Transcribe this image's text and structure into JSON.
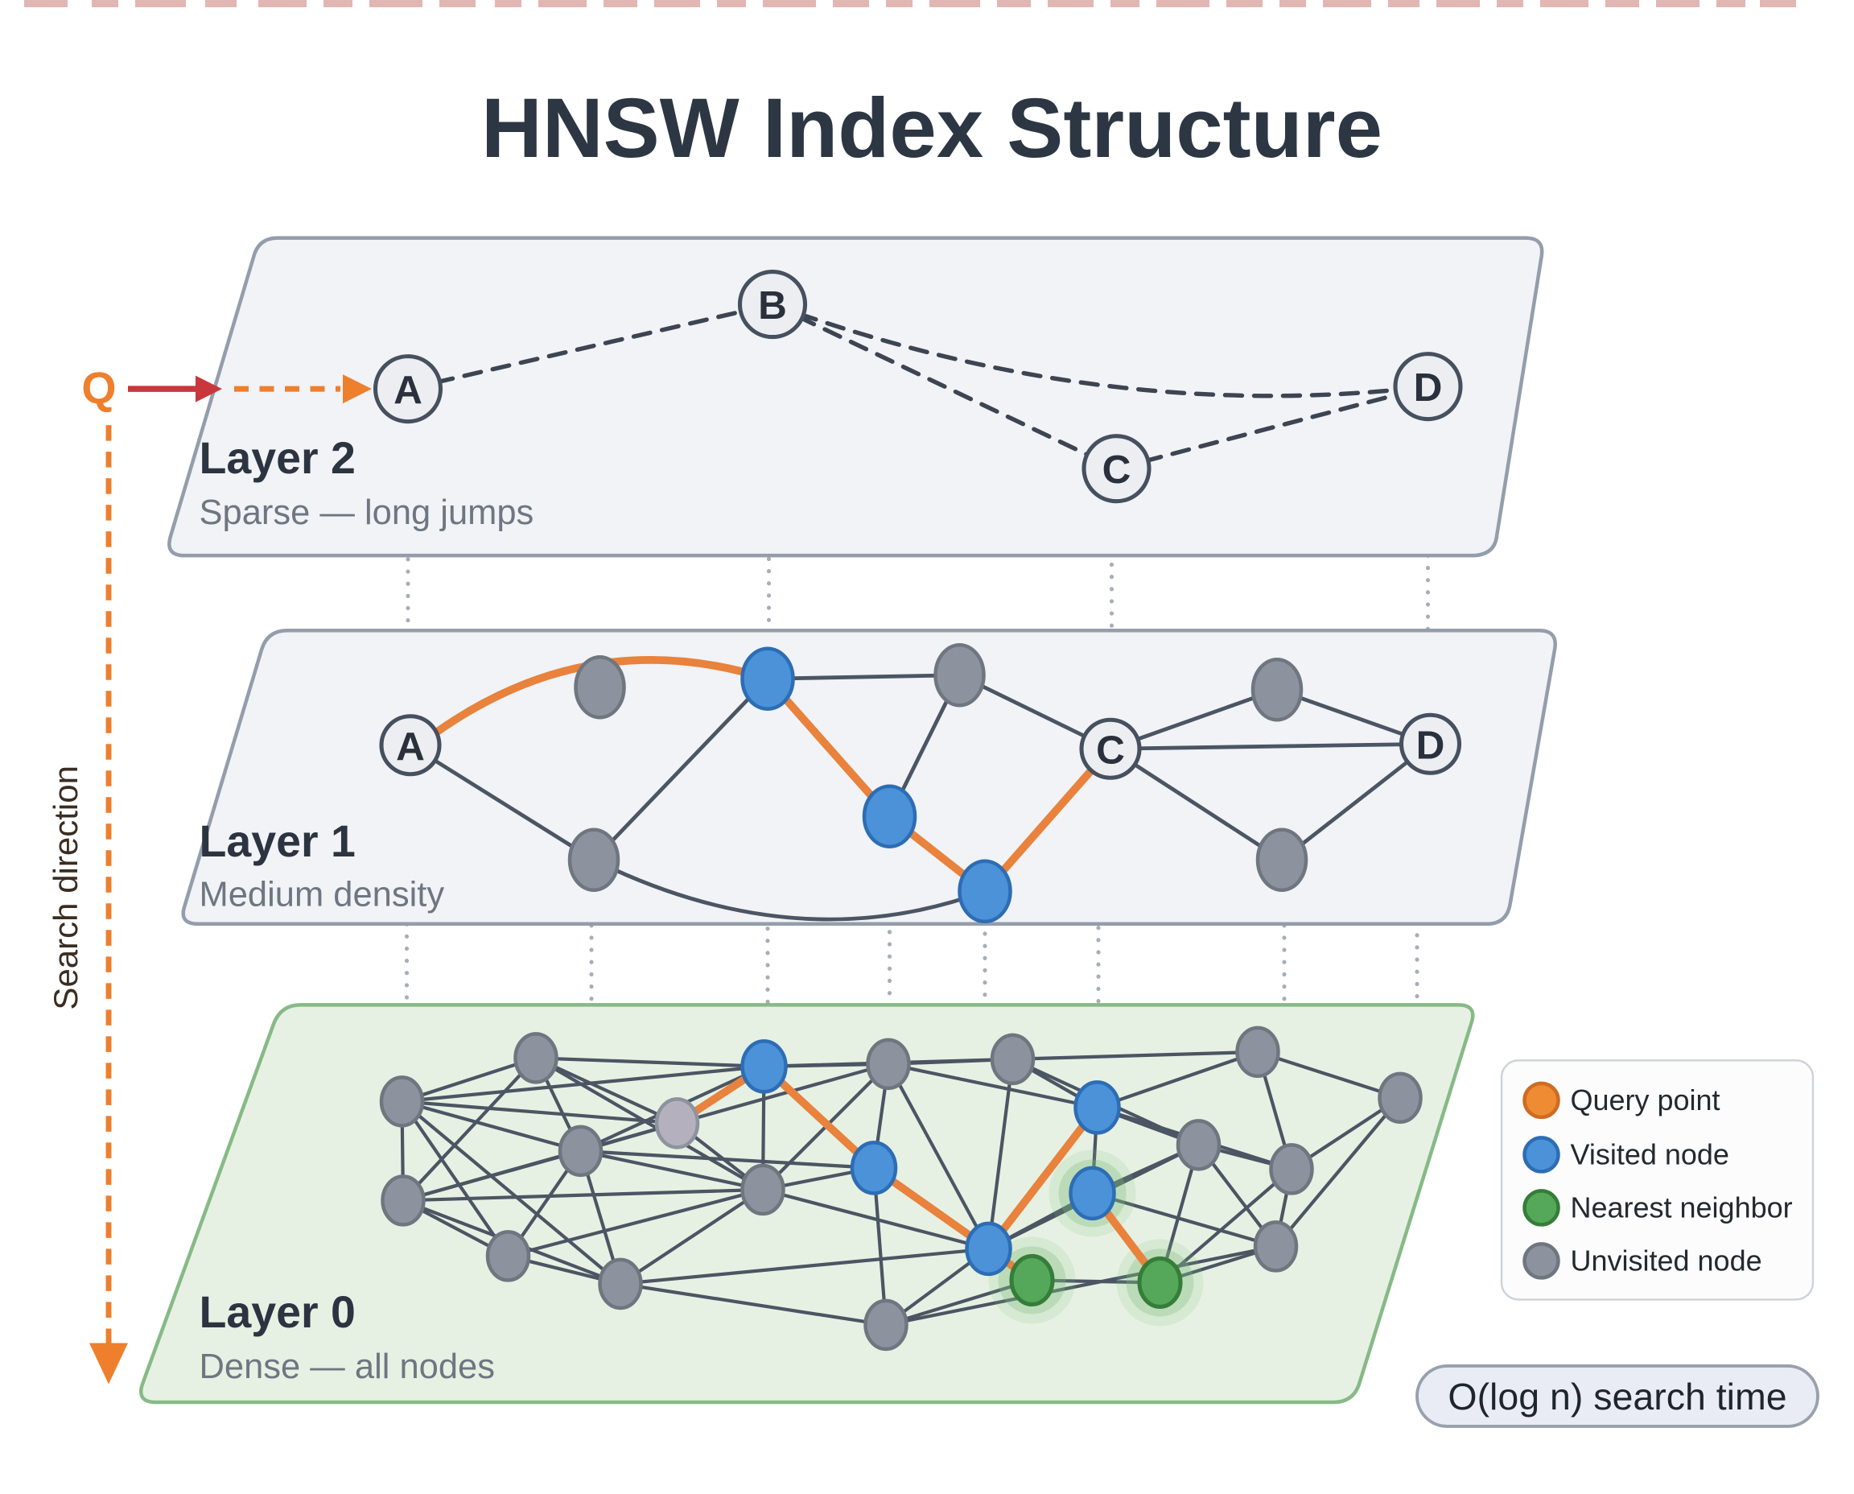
{
  "title": "HNSW Index Structure",
  "query": {
    "label": "Q"
  },
  "search_direction": "Search direction",
  "layers": [
    {
      "name": "Layer 2",
      "subtitle": "Sparse — long jumps",
      "nodes": [
        "A",
        "B",
        "C",
        "D"
      ]
    },
    {
      "name": "Layer 1",
      "subtitle": "Medium density",
      "nodes": [
        "A",
        "C",
        "D"
      ]
    },
    {
      "name": "Layer 0",
      "subtitle": "Dense — all nodes",
      "nodes": []
    }
  ],
  "legend": {
    "items": [
      {
        "label": "Query point",
        "fill": "#ee8b33",
        "stroke": "#cf6b22"
      },
      {
        "label": "Visited node",
        "fill": "#4b92d8",
        "stroke": "#2d6db4"
      },
      {
        "label": "Nearest neighbor",
        "fill": "#55a75a",
        "stroke": "#357d38"
      },
      {
        "label": "Unvisited node",
        "fill": "#8d939e",
        "stroke": "#70767f"
      }
    ]
  },
  "badge": "O(log n) search time",
  "colors": {
    "accent-orange": "#ee7f2d",
    "path-orange": "#e8823c",
    "arrow-red": "#c9373d",
    "visited-blue": "#4b92d8",
    "visited-blue-stroke": "#2d6db4",
    "nearest-green": "#55a75a",
    "nearest-green-stroke": "#357d38",
    "unvisited-gray": "#8d939e",
    "unvisited-gray-stroke": "#70767f",
    "light-node": "#b5b0bd",
    "light-node-stroke": "#8d939e",
    "entry-node": "#eceef2",
    "entry-node-stroke": "#46505f",
    "edge-dark": "#4b5563",
    "edge-dashed": "#3d4452",
    "dotted-gray": "#a7aeb8",
    "panel-gray": "#f1f3f6",
    "panel-gray-border": "#949dab",
    "panel-green": "#e7f1e3",
    "panel-green-border": "#86ba86",
    "halo-green": "#7ebe7e",
    "title-color": "#2d3744",
    "text-dark": "#2d3441",
    "subtitle-color": "#6e7681",
    "search-label-color": "#3a2d22",
    "badge-bg": "#e9ecf4",
    "badge-border": "#99a1ad",
    "legend-bg": "#fcfcfd",
    "legend-border": "#cdd2d8"
  }
}
